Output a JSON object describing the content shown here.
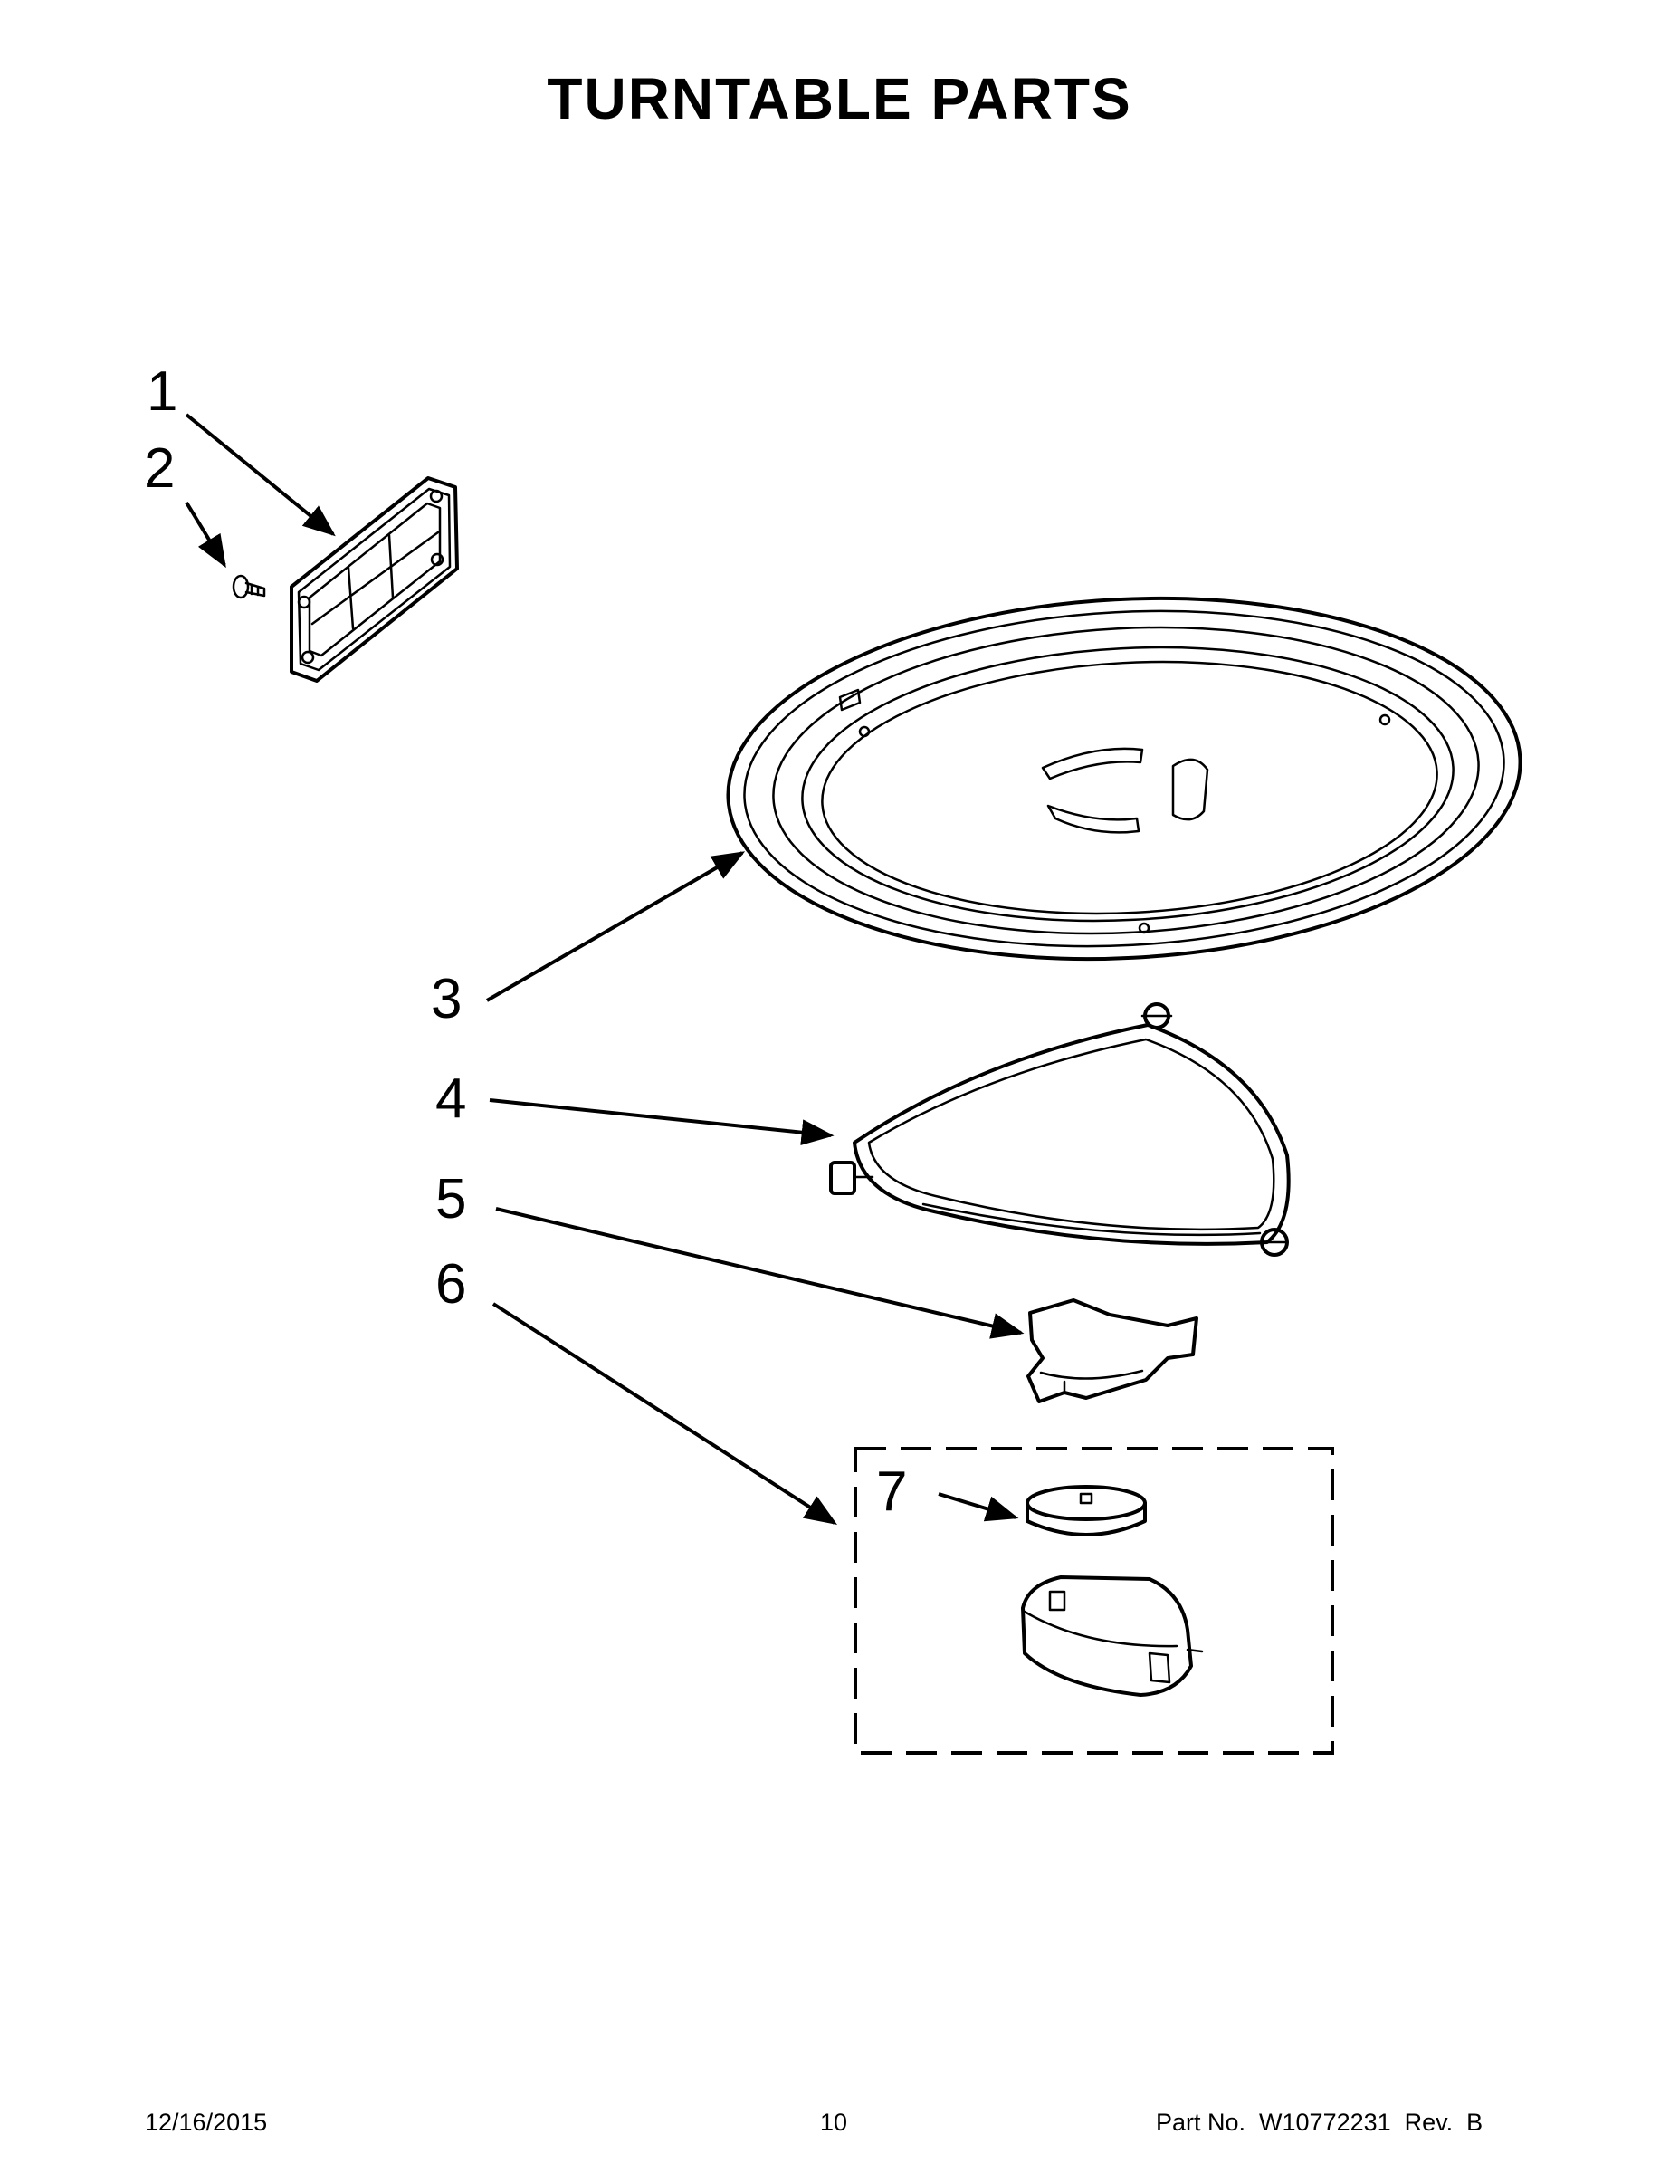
{
  "title": "TURNTABLE PARTS",
  "callouts": [
    {
      "id": "1",
      "label": "1"
    },
    {
      "id": "2",
      "label": "2"
    },
    {
      "id": "3",
      "label": "3"
    },
    {
      "id": "4",
      "label": "4"
    },
    {
      "id": "5",
      "label": "5"
    },
    {
      "id": "6",
      "label": "6"
    },
    {
      "id": "7",
      "label": "7"
    }
  ],
  "footer": {
    "date": "12/16/2015",
    "page": "10",
    "part_number": "Part No.  W10772231  Rev.  B"
  }
}
